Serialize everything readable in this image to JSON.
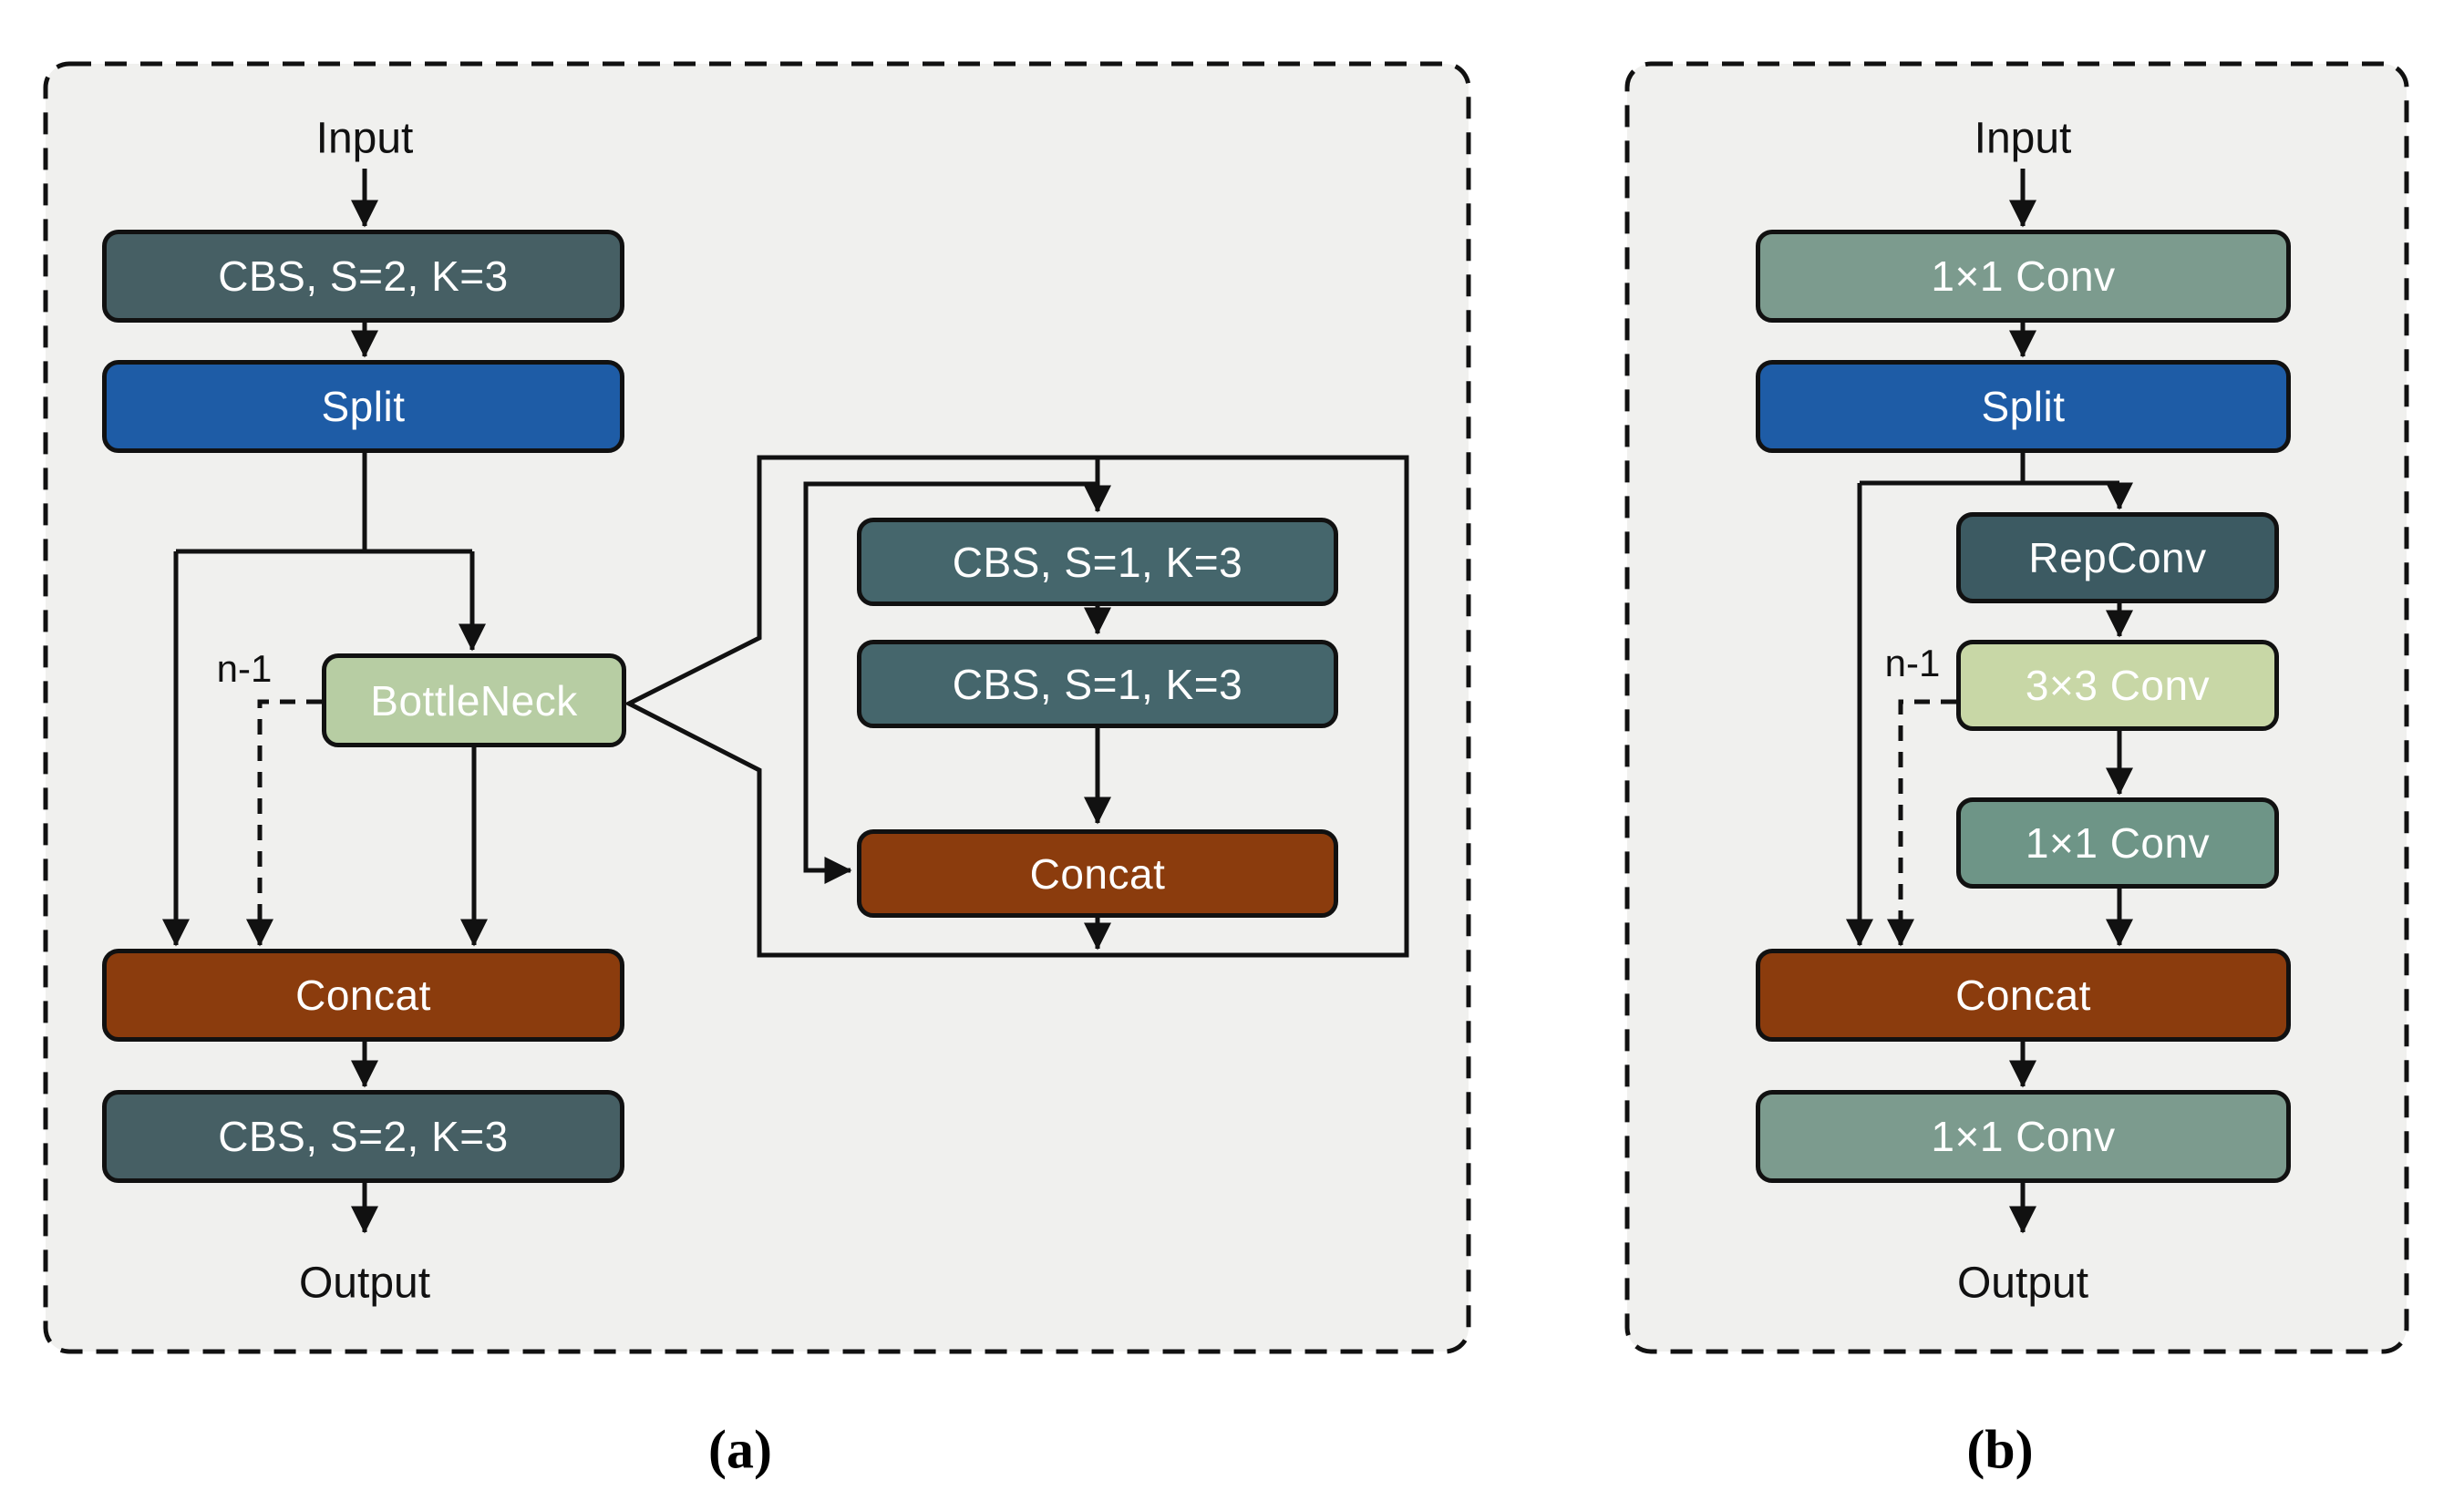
{
  "figure": {
    "type": "architecture-diagram",
    "colors": {
      "page_bg": "#ffffff",
      "panel_bg": "#f0f0ee",
      "stroke": "#111111",
      "cbs_slate": "#465f64",
      "cbs_inner_slate": "#45666c",
      "split_blue": "#1e5ca6",
      "bottleneck_green": "#b7cda3",
      "conv3x3_green": "#c8d7a6",
      "concat_brown": "#8b3c0d",
      "repconv_slate": "#3c5a62",
      "conv1x1_sage": "#7c9b8e",
      "conv1x1_teal": "#6e9587"
    }
  },
  "panel_a": {
    "caption": "(a)",
    "input_label": "Input",
    "output_label": "Output",
    "n_label": "n-1",
    "nodes": {
      "cbs_top": "CBS, S=2, K=3",
      "split": "Split",
      "bottleneck": "BottleNeck",
      "concat": "Concat",
      "cbs_bottom": "CBS, S=2, K=3"
    },
    "detail": {
      "cbs1": "CBS, S=1, K=3",
      "cbs2": "CBS, S=1, K=3",
      "concat": "Concat"
    }
  },
  "panel_b": {
    "caption": "(b)",
    "input_label": "Input",
    "output_label": "Output",
    "n_label": "n-1",
    "nodes": {
      "conv_1x1_top": "1×1 Conv",
      "split": "Split",
      "repconv": "RepConv",
      "conv_3x3": "3×3 Conv",
      "conv_1x1_mid": "1×1 Conv",
      "concat": "Concat",
      "conv_1x1_bottom": "1×1 Conv"
    }
  }
}
